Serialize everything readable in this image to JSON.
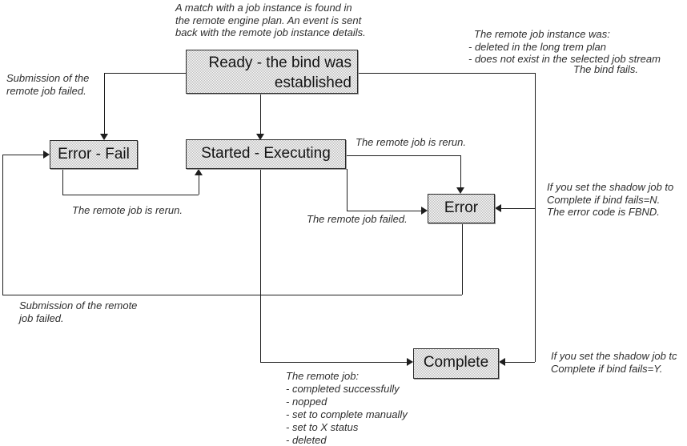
{
  "colors": {
    "bg": "#ffffff",
    "line": "#1e1e1e",
    "box_dot": "#b9b9b9",
    "box_border": "#2a2a2a",
    "box_text": "#141414",
    "ann_text": "#2e2e2e"
  },
  "states": {
    "ready": {
      "lines": [
        "Ready - the bind was",
        "established"
      ]
    },
    "error_fail": {
      "label": "Error - Fail"
    },
    "started": {
      "label": "Started - Executing"
    },
    "error": {
      "label": "Error"
    },
    "complete": {
      "label": "Complete"
    }
  },
  "annotations": {
    "match_found": {
      "lines": [
        "A match with a job instance is found in",
        "the remote engine plan. An event is sent",
        "back with the remote job instance details."
      ]
    },
    "instance_was": {
      "lines": [
        "The remote job instance was:",
        "- deleted in the long trem plan",
        "- does not exist in the selected job stream"
      ]
    },
    "bind_fails": {
      "text": "The bind fails."
    },
    "submission_failed_top": {
      "lines": [
        "Submission of the",
        "remote job failed."
      ]
    },
    "rerun_right": {
      "text": "The remote job is rerun."
    },
    "rerun_left": {
      "text": "The remote job is rerun."
    },
    "job_failed": {
      "text": "The remote job failed."
    },
    "fails_n": {
      "lines": [
        "If you set the shadow job to",
        "Complete if bind fails=N.",
        "The error code is FBND."
      ]
    },
    "submission_failed_bottom": {
      "lines": [
        "Submission of the remote",
        "job failed."
      ]
    },
    "fails_y": {
      "lines": [
        "If you set the shadow job tc",
        "Complete if bind fails=Y."
      ]
    },
    "remote_job_outcomes": {
      "lines": [
        "The remote job:",
        "- completed successfully",
        "- nopped",
        "- set to complete manually",
        "- set to X status",
        "- deleted"
      ]
    }
  }
}
